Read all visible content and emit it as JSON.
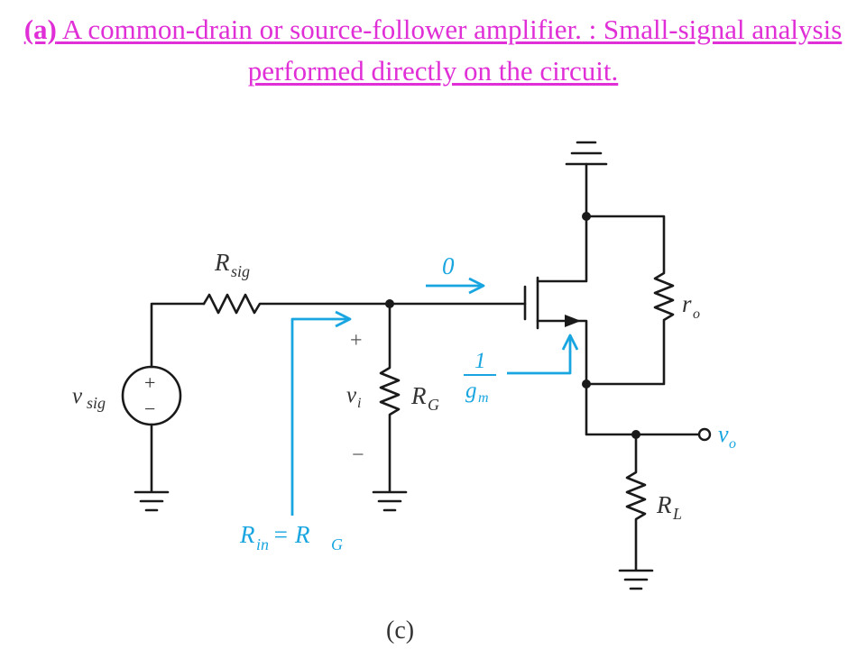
{
  "title": {
    "part": "(a)",
    "text": " A common-drain or source-follower amplifier. : Small-signal analysis performed directly on the circuit."
  },
  "colors": {
    "title": "#e02fd6",
    "annotation": "#19a6e0",
    "wire": "#1a1a1a"
  },
  "labels": {
    "rsig_main": "R",
    "rsig_sub": "sig",
    "vsig_main": "v",
    "vsig_sub": "sig",
    "plus": "+",
    "minus": "−",
    "vi_plus": "+",
    "vi_minus": "−",
    "vi_main": "v",
    "vi_sub": "i",
    "rg_main": "R",
    "rg_sub": "G",
    "ro_main": "r",
    "ro_sub": "o",
    "rl_main": "R",
    "rl_sub": "L",
    "vo_main": "v",
    "vo_sub": "o",
    "gate_current": "0",
    "gm_num": "1",
    "gm_den_main": "g",
    "gm_den_sub": "m",
    "rin_main": "R",
    "rin_sub": "in",
    "rin_eq": " = R",
    "rin_rhs_sub": "G",
    "caption": "(c)"
  }
}
